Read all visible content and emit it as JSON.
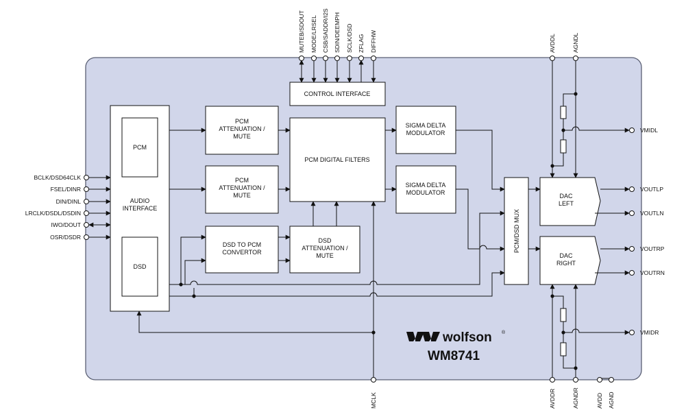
{
  "blocks": {
    "control_interface": "CONTROL INTERFACE",
    "pcm_atten_1": [
      "PCM",
      "ATTENUATION /",
      "MUTE"
    ],
    "pcm_atten_2": [
      "PCM",
      "ATTENUATION /",
      "MUTE"
    ],
    "pcm_digital_filters": "PCM DIGITAL FILTERS",
    "sigma_delta_1": [
      "SIGMA DELTA",
      "MODULATOR"
    ],
    "sigma_delta_2": [
      "SIGMA DELTA",
      "MODULATOR"
    ],
    "audio_interface": [
      "AUDIO",
      "INTERFACE"
    ],
    "pcm": "PCM",
    "dsd": "DSD",
    "dsd_to_pcm": [
      "DSD TO PCM",
      "CONVERTOR"
    ],
    "dsd_atten": [
      "DSD",
      "ATTENUATION /",
      "MUTE"
    ],
    "pcm_dsd_mux": "PCM/DSD MUX",
    "dac_left": [
      "DAC",
      "LEFT"
    ],
    "dac_right": [
      "DAC",
      "RIGHT"
    ]
  },
  "pins": {
    "left": [
      "BCLK/DSD64CLK",
      "FSEL/DINR",
      "DIN/DINL",
      "LRCLK/DSDL/DSDIN",
      "IWO/DOUT",
      "OSR/DSDR"
    ],
    "top": [
      "MUTEB/SDOUT",
      "MODE/LRSEL",
      "CSB/SADDR/I2S",
      "SDIN/DEEMPH",
      "SCLK/DSD",
      "ZFLAG",
      "DIFFHW"
    ],
    "top_right": [
      "AVDDL",
      "AGNDL"
    ],
    "right": [
      "VMIDL",
      "VOUTLP",
      "VOUTLN",
      "VOUTRP",
      "VOUTRN",
      "VMIDR"
    ],
    "bottom": [
      "MCLK",
      "AVDDR",
      "AGNDR",
      "AVDD",
      "AGND"
    ]
  },
  "branding": {
    "logo": "wolfson",
    "part_number": "WM8741"
  }
}
